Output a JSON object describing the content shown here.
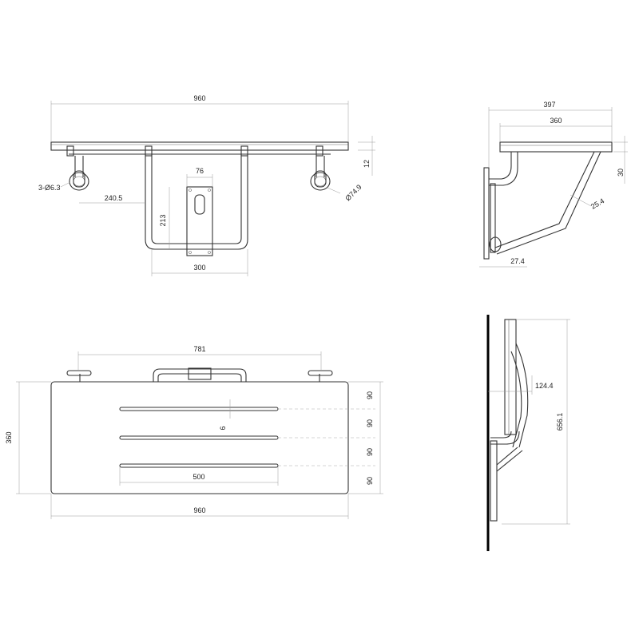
{
  "views": {
    "top": {
      "overall_width": "960",
      "bracket_height": "76",
      "offset_dim": "240.5",
      "rail_height": "213",
      "rail_width": "300",
      "screw_note": "3-Ø6.3",
      "flange_note": "Ø74.9",
      "seat_thickness": "12"
    },
    "side_top": {
      "depth_outer": "397",
      "depth_inner": "360",
      "thickness": "30",
      "tube_dia": "25.4",
      "wall_gap": "27.4"
    },
    "front": {
      "rail_span": "781",
      "seat_depth": "360",
      "slot_width": "6",
      "slot_spacing_1": "90",
      "slot_spacing_2": "90",
      "slot_spacing_3": "90",
      "slot_spacing_4": "90",
      "slot_length": "500",
      "overall_width": "960"
    },
    "side_folded": {
      "projection": "124.4",
      "height": "656.1"
    }
  }
}
